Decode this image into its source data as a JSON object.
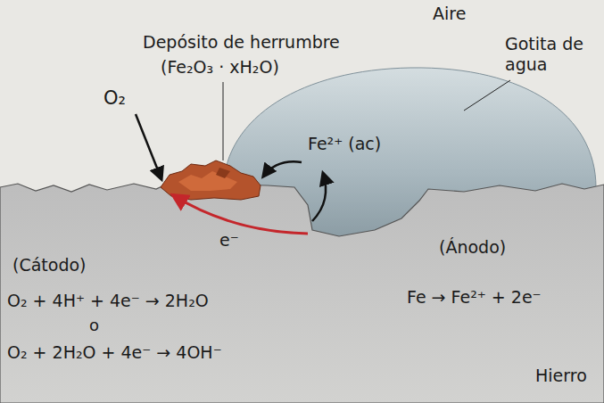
{
  "diagram": {
    "labels": [
      "Aire",
      "Depósito de herrumbre",
      "(Fe₂O₃ · xH₂O)",
      "Gotita de agua",
      "O₂",
      "Fe²⁺ (ac)",
      "e⁻",
      "(Cátodo)",
      "(Ánodo)",
      "O₂ + 4H⁺ + 4e⁻ → 2H₂O",
      "o",
      "O₂ + 2H₂O + 4e⁻ → 4OH⁻",
      "Fe → Fe²⁺ + 2e⁻",
      "Hierro"
    ]
  }
}
